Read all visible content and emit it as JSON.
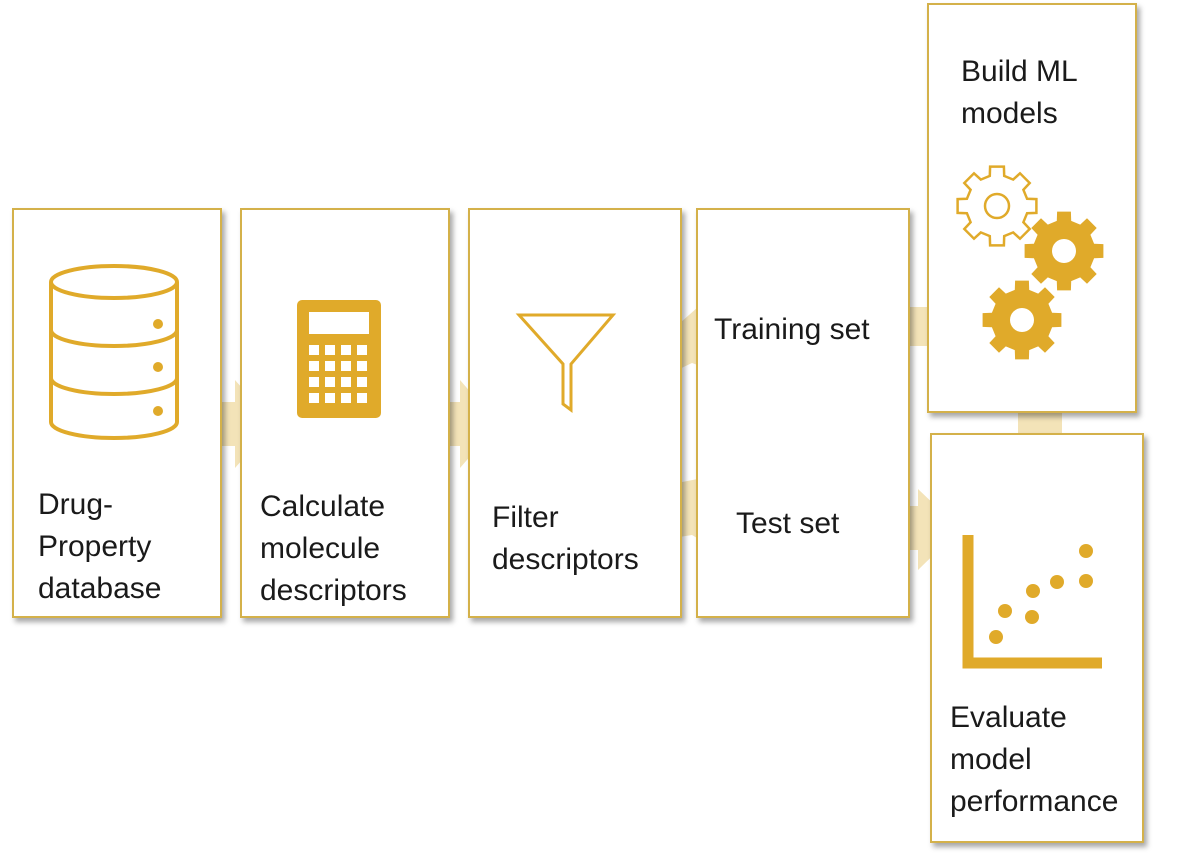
{
  "colors": {
    "accent": "#e0aa2a",
    "box_border": "#d4b14a",
    "arrow": "#f3e3b8",
    "text": "#1a1a1a"
  },
  "steps": [
    {
      "line1": "Drug-",
      "line2": "Property",
      "line3": "database",
      "icon": "database-icon"
    },
    {
      "line1": "Calculate",
      "line2": "molecule",
      "line3": "descriptors",
      "icon": "calculator-icon"
    },
    {
      "line1": "Filter",
      "line2": "descriptors",
      "icon": "funnel-icon"
    },
    {
      "training": "Training set",
      "test": "Test set"
    },
    {
      "line1": "Build ML",
      "line2": "models",
      "icon": "gears-icon"
    },
    {
      "line1": "Evaluate",
      "line2": "model",
      "line3": "performance",
      "icon": "scatter-plot-icon"
    }
  ]
}
